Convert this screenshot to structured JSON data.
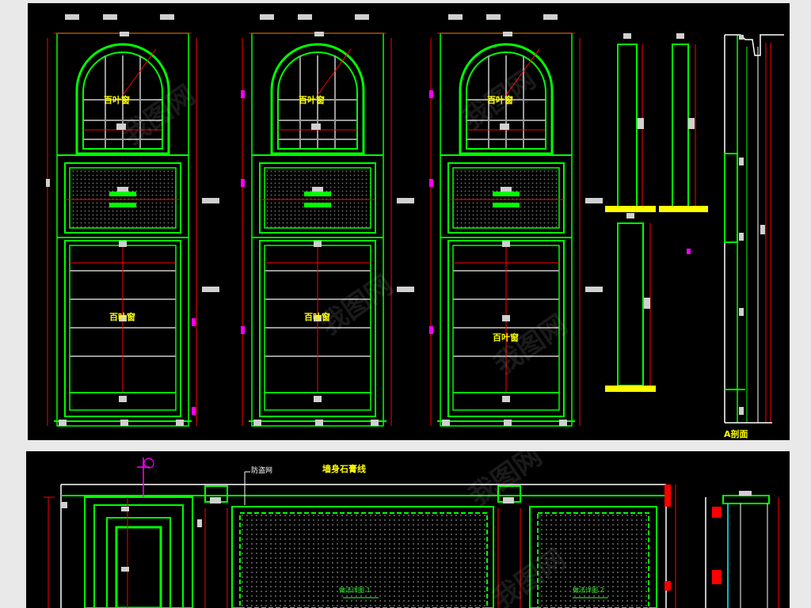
{
  "top_drawing": {
    "window_labels": [
      {
        "upper": "百叶窗",
        "lower": "百叶窗"
      },
      {
        "upper": "百叶窗",
        "lower": "百叶窗"
      },
      {
        "upper": "百叶窗",
        "lower": "百叶窗"
      }
    ],
    "section_label": "A剖面"
  },
  "bottom_drawing": {
    "note_left": "防盗网",
    "note_main": "墙身石膏线",
    "panel_tag_1": "做法详图 1",
    "panel_tag_2": "做法详图 2"
  },
  "watermark": "我图网",
  "colors": {
    "background": "#000000",
    "frame": "#00ff00",
    "dimension": "#ff0000",
    "label": "#ffff00",
    "accent": "#ff00ff",
    "tick": "#ffffff"
  }
}
